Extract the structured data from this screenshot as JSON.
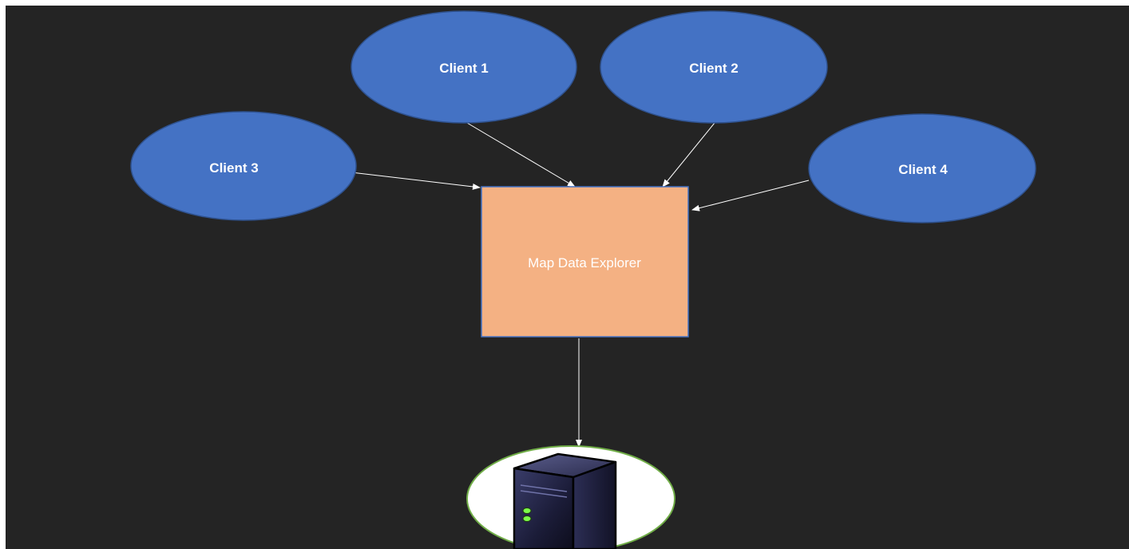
{
  "colors": {
    "background": "#242424",
    "client_fill": "#4472C4",
    "client_stroke": "#2F528F",
    "box_fill": "#F4B183",
    "box_stroke": "#4472C4",
    "server_circle_fill": "#FFFFFF",
    "server_circle_stroke": "#70AD47",
    "arrow": "#FFFFFF"
  },
  "nodes": {
    "client1": {
      "label": "Client 1"
    },
    "client2": {
      "label": "Client 2"
    },
    "client3": {
      "label": "Client 3"
    },
    "client4": {
      "label": "Client 4"
    },
    "explorer": {
      "label": "Map Data Explorer"
    },
    "server": {
      "icon": "server-tower-icon"
    }
  },
  "edges": [
    {
      "from": "client1",
      "to": "explorer"
    },
    {
      "from": "client2",
      "to": "explorer"
    },
    {
      "from": "client3",
      "to": "explorer"
    },
    {
      "from": "client4",
      "to": "explorer"
    },
    {
      "from": "explorer",
      "to": "server"
    }
  ]
}
